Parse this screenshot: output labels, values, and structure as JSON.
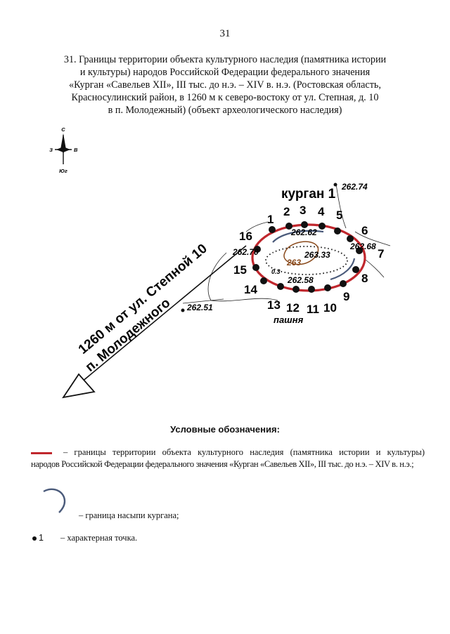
{
  "page_number": "31",
  "title_lines": [
    "31. Границы территории объекта культурного наследия (памятника истории",
    "и культуры) народов Российской Федерации федерального значения",
    "«Курган «Савельев XII», III тыс. до н.э. – XIV в. н.э. (Ростовская область,",
    "Красносулинский район, в 1260 м к северо-востоку от ул. Степная, д. 10",
    "в п. Молодежный) (объект археологического наследия)"
  ],
  "compass": {
    "north": "С",
    "south": "Юг",
    "west": "З",
    "east": "В"
  },
  "map": {
    "mound_label": "курган 1",
    "top_elevation": "262.74",
    "points": [
      "1",
      "2",
      "3",
      "4",
      "5",
      "6",
      "7",
      "8",
      "9",
      "10",
      "11",
      "12",
      "13",
      "14",
      "15",
      "16"
    ],
    "elevations_inner": [
      "262.62",
      "262.70",
      "263.33",
      "262.58"
    ],
    "inner_label": "263",
    "inner_small": "0.3",
    "outer_elevation": "262.51",
    "field_label": "пашня",
    "arrow_text_1": "1260 м от ул. Степной 10",
    "arrow_text_2": "п. Молодежного",
    "boundary_color": "#c0272d",
    "contour_color": "#8a4a1c"
  },
  "legend": {
    "title": "Условные обозначения:",
    "boundary_line1": "– границы территории объекта культурного наследия (памятника истории и культуры)",
    "boundary_line2": "народов Российской Федерации федерального значения «Курган «Савельев XII», III тыс. до н.э. – XIV в. н.э.;",
    "mound_boundary": "– граница насыпи кургана;",
    "point_symbol": "1",
    "point_text": "– характерная точка."
  }
}
